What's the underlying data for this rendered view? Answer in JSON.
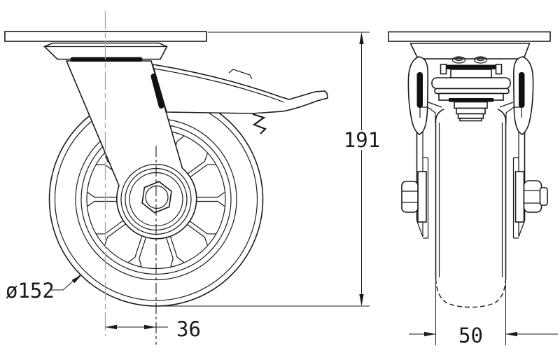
{
  "drawing": {
    "description": "Swivel caster with brake - two orthographic CAD views",
    "colors": {
      "background": "#ffffff",
      "line": "#1a1a1a",
      "centerline": "#a6a6a6",
      "seal_fill": "#111111"
    },
    "dimensions": {
      "diameter": {
        "label": "ø152",
        "value": 152
      },
      "offset": {
        "label": "36",
        "value": 36
      },
      "height": {
        "label": "191",
        "value": 191
      },
      "width": {
        "label": "50",
        "value": 50
      }
    }
  }
}
